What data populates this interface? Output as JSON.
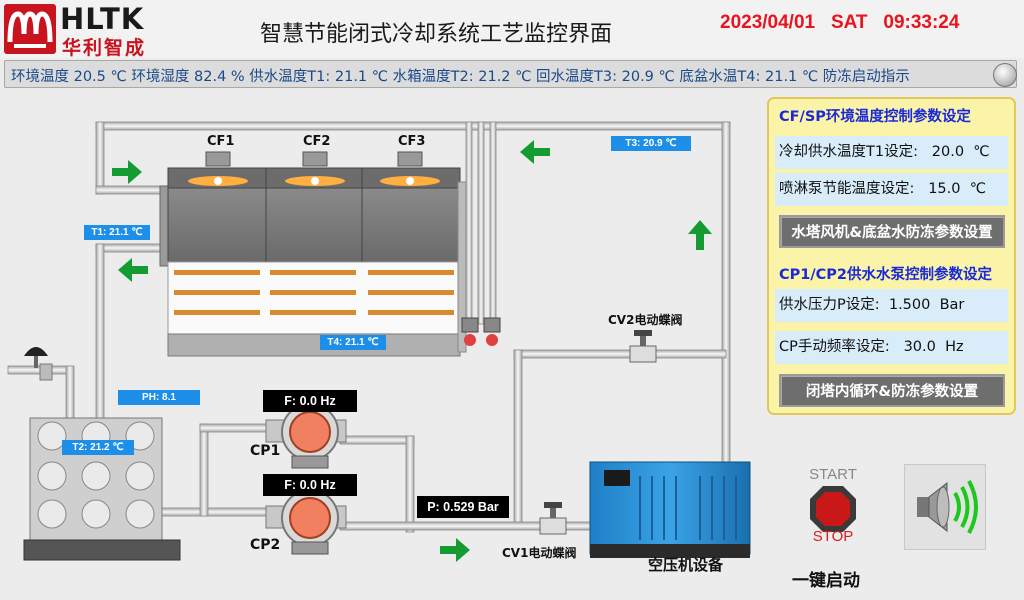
{
  "brand": {
    "name_en": "HLTK",
    "name_cn": "华利智成"
  },
  "page_title": "智慧节能闭式冷却系统工艺监控界面",
  "datetime": {
    "date": "2023/04/01",
    "weekday": "SAT",
    "time": "09:33:24"
  },
  "status_bar": {
    "items": [
      "环境温度 20.5 ℃",
      "环境湿度 82.4 %",
      "供水温度T1:  21.1 ℃",
      "水箱温度T2:  21.2 ℃",
      "回水温度T3:  20.9 ℃",
      "底盆水温T4:  21.1 ℃",
      "防冻启动指示"
    ]
  },
  "process": {
    "fans": [
      "CF1",
      "CF2",
      "CF3"
    ],
    "t1": "T1:  21.1 ℃",
    "t2": "T2:  21.2 ℃",
    "t3": "T3: 20.9 ℃",
    "t4": "T4:  21.1 ℃",
    "ph": "PH:  8.1",
    "pump1": {
      "label": "CP1",
      "freq": "F:  0.0 Hz"
    },
    "pump2": {
      "label": "CP2",
      "freq": "F:  0.0 Hz"
    },
    "pressure": "P:  0.529 Bar",
    "cv1": "CV1电动蝶阀",
    "cv2": "CV2电动蝶阀",
    "compressor": "空压机设备"
  },
  "param_panel": {
    "section1_title": "CF/SP环境温度控制参数设定",
    "row1": "冷却供水温度T1设定:   20.0  ℃",
    "row2": "喷淋泵节能温度设定:   15.0  ℃",
    "button1": "水塔风机&底盆水防冻参数设置",
    "section2_title": "CP1/CP2供水水泵控制参数设定",
    "row3": "供水压力P设定:  1.500  Bar",
    "row4": "CP手动频率设定:   30.0  Hz",
    "button2": "闭塔内循环&防冻参数设置"
  },
  "controls": {
    "start_text": "START",
    "stop_text": "STOP",
    "one_key_start": "一键启动"
  },
  "colors": {
    "accent_red": "#e8141e",
    "arrow_green": "#149c32",
    "tag_blue": "#1e8fe8",
    "panel_yellow": "#fbf3a8",
    "panel_title": "#1a2ad8"
  }
}
